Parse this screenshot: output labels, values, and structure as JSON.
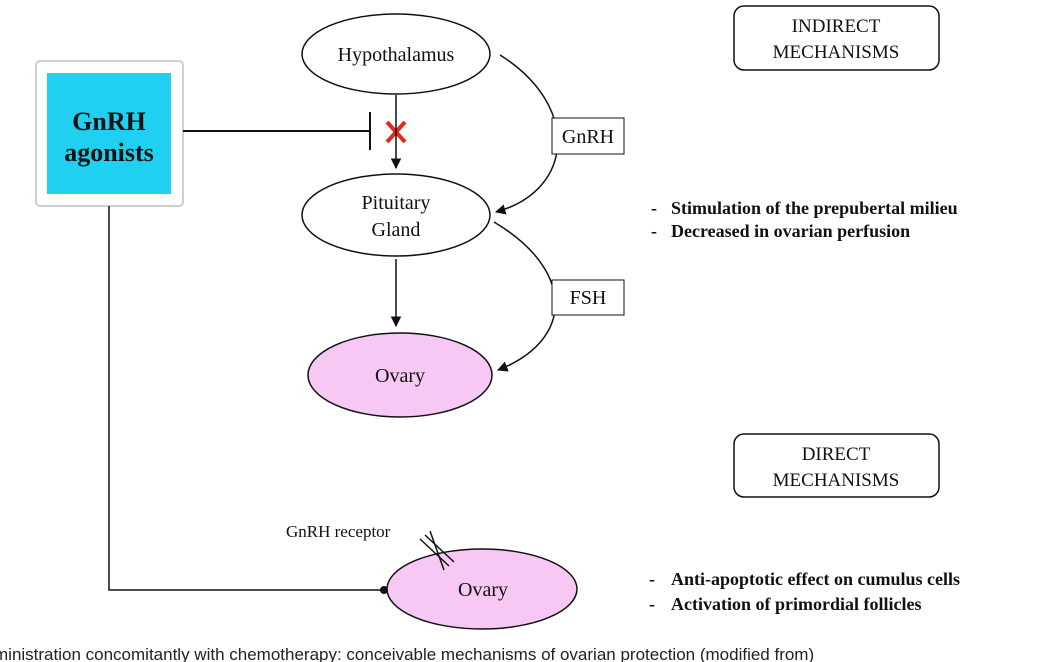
{
  "agonist_box": {
    "line1": "GnRH",
    "line2": "agonists",
    "fill": "#1fd0f0",
    "border": "#d8d8d8"
  },
  "nodes": {
    "hypothalamus": "Hypothalamus",
    "pituitary_line1": "Pituitary",
    "pituitary_line2": "Gland",
    "ovary_top": "Ovary",
    "ovary_bottom": "Ovary",
    "ovary_fill": "#f8c8f5"
  },
  "hormones": {
    "gnrh": "GnRH",
    "fsh": "FSH"
  },
  "receptor_label": "GnRH receptor",
  "block_mark_color": "#e8281e",
  "indirect": {
    "title_line1": "INDIRECT",
    "title_line2": "MECHANISMS",
    "bullets": [
      "Stimulation of the prepubertal milieu",
      "Decreased in ovarian perfusion"
    ]
  },
  "direct": {
    "title_line1": "DIRECT",
    "title_line2": "MECHANISMS",
    "bullets": [
      "Anti-apoptotic effect on cumulus cells",
      "Activation of primordial follicles"
    ]
  },
  "bullet_marker": "-",
  "caption": "ministration concomitantly with chemotherapy: conceivable mechanisms of ovarian protection (modified from)"
}
